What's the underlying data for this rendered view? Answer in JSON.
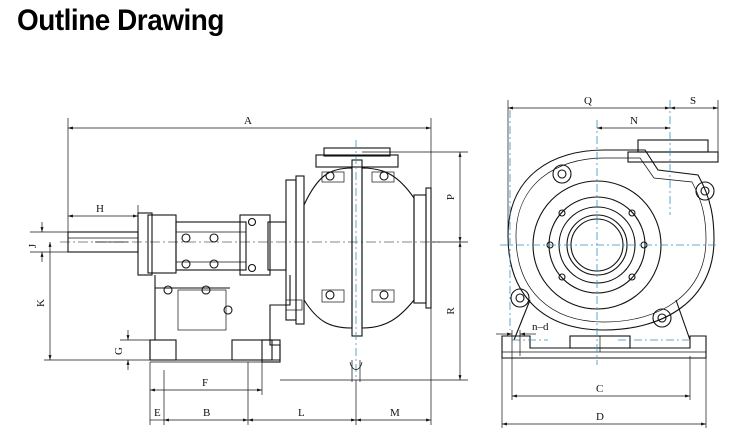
{
  "title": "Outline Drawing",
  "labels": {
    "A": "A",
    "H": "H",
    "J": "J",
    "K": "K",
    "G": "G",
    "F": "F",
    "E": "E",
    "B": "B",
    "L": "L",
    "M": "M",
    "P": "P",
    "R": "R",
    "Q": "Q",
    "S": "S",
    "N": "N",
    "n_d": "n–d",
    "C": "C",
    "D": "D"
  }
}
